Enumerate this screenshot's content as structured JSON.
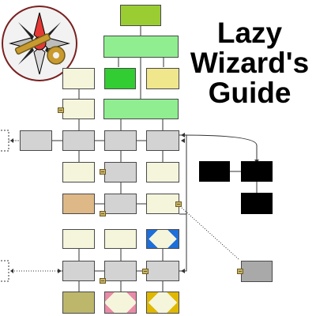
{
  "title": {
    "line1": "Lazy",
    "line2": "Wizard's",
    "line3": "Guide"
  },
  "logo": {
    "icon": "compass-star-with-key-icon",
    "colors": [
      "#e53935",
      "#000000",
      "#f2f2f2",
      "#c99a2e"
    ]
  },
  "palette": {
    "light": "#f5f5dc",
    "gray": "#d3d3d3",
    "green": "#90ee90",
    "dark_green": "#32cd32",
    "yellow": "#f0e68c",
    "olive": "#9acd32",
    "tan": "#deb887",
    "khaki": "#bdb76b",
    "black": "#000000",
    "dark_gray": "#a9a9a9"
  }
}
